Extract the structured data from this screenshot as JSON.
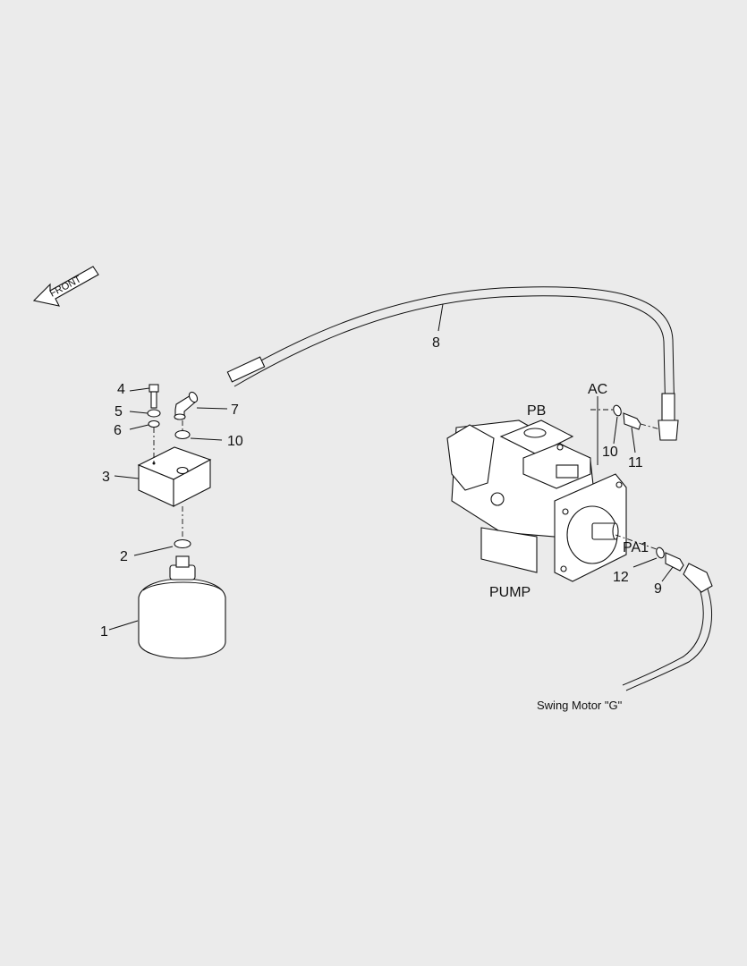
{
  "front_arrow_label": "FRONT",
  "callouts": {
    "c1": "1",
    "c2": "2",
    "c3": "3",
    "c4": "4",
    "c5": "5",
    "c6": "6",
    "c7": "7",
    "c8": "8",
    "c9": "9",
    "c10a": "10",
    "c10b": "10",
    "c11": "11",
    "c12": "12"
  },
  "port_labels": {
    "ac": "AC",
    "pb": "PB",
    "pa1": "PA1"
  },
  "component_labels": {
    "pump": "PUMP",
    "swing_motor": "Swing Motor \"G\""
  }
}
